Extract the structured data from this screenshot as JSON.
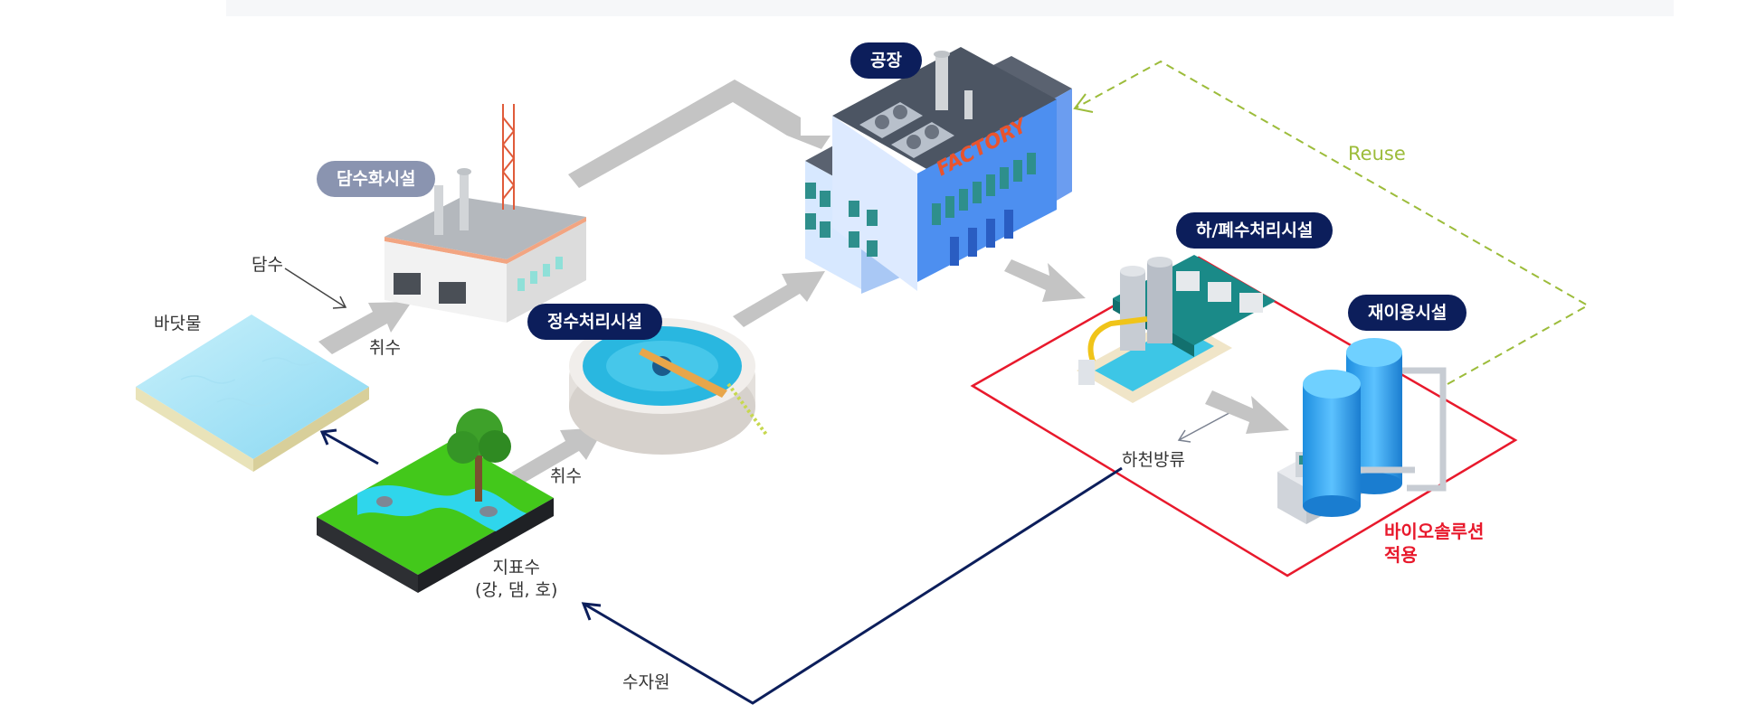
{
  "facilities": {
    "factory": "공장",
    "desal": "담수화시설",
    "purify": "정수처리시설",
    "wastewater": "하/폐수처리시설",
    "reuse_facility": "재이용시설"
  },
  "labels": {
    "seawater": "바닷물",
    "fresh": "담수",
    "intake_1": "취수",
    "intake_2": "취수",
    "surface_1": "지표수",
    "surface_2": "(강, 댐, 호)",
    "discharge": "하천방류",
    "water_source": "수자원",
    "reuse": "Reuse",
    "factory_sign": "FACTORY"
  },
  "bio_solution": {
    "line1": "바이오솔루션",
    "line2": "적용"
  },
  "colors": {
    "navy": "#0c1e5b",
    "grey_pill": "#8a94b0",
    "red": "#e8192c",
    "reuse_green": "#9cbc3a",
    "arrow_grey": "#c4c4c4",
    "water_blue": "#29b7e0"
  }
}
